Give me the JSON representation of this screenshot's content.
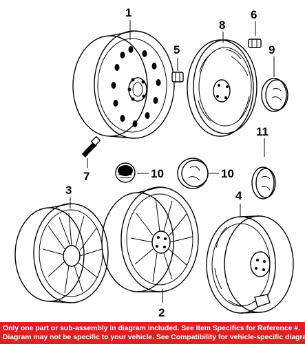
{
  "callouts": {
    "c1": "1",
    "c2": "2",
    "c3": "3",
    "c4": "4",
    "c5": "5",
    "c6": "6",
    "c7": "7",
    "c8": "8",
    "c9": "9",
    "c10a": "10",
    "c10b": "10",
    "c11": "11"
  },
  "footer": {
    "line1": "Only one part or sub-assembly in diagram included. See Item Specifics for Reference #.",
    "line2": "Diagram may not be specific to your vehicle. See Compatibility for vehicle-specific diagrams."
  }
}
